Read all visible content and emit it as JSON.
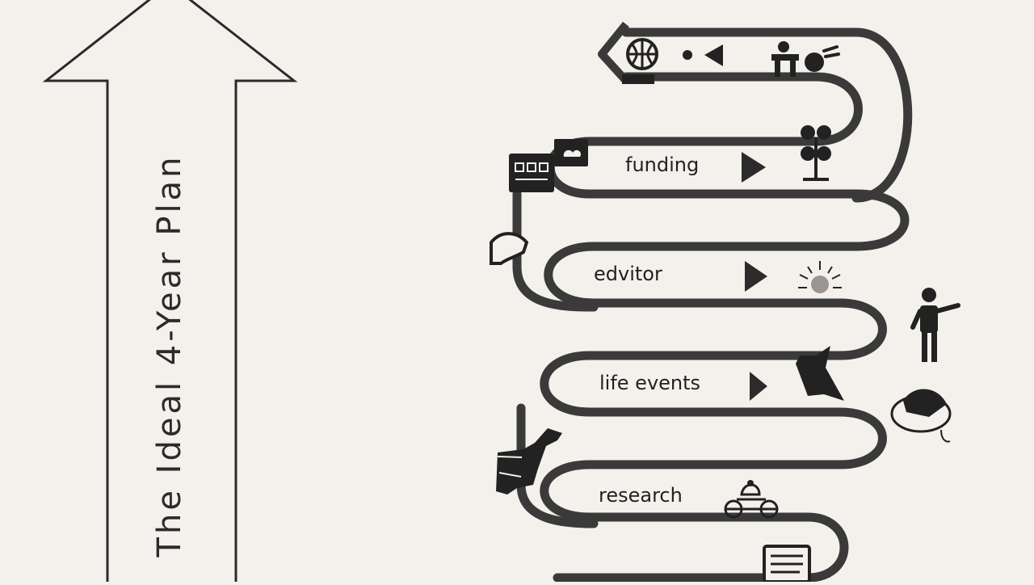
{
  "title": "The Ideal 4-Year Plan",
  "stages": [
    {
      "label": "funding"
    },
    {
      "label": "edvitor"
    },
    {
      "label": "life events"
    },
    {
      "label": "research"
    }
  ],
  "icons": {
    "top": [
      "globe-icon",
      "dot-icon",
      "arrow-left-icon",
      "lectern-speaker-icon",
      "speech-icon"
    ],
    "side": [
      "dashboard-icon",
      "cloud-icon",
      "flower-icon",
      "hands-icon",
      "sun-icon",
      "presenter-icon",
      "bird-icon",
      "helmet-icon",
      "giraffe-icon",
      "vehicle-icon",
      "document-icon"
    ]
  },
  "colors": {
    "background": "#f4f1ec",
    "path": "#3a3a3a",
    "ink": "#222222"
  }
}
